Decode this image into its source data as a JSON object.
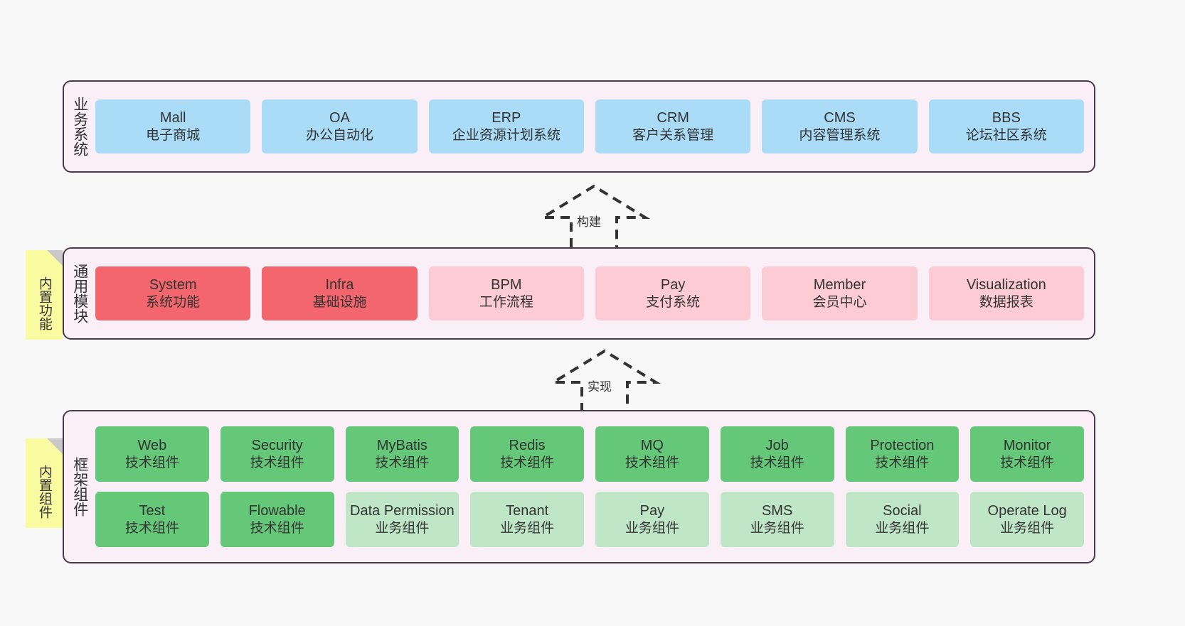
{
  "diagram": {
    "background_color": "#f8f8f8",
    "tier_fill": "#faeef7",
    "tier_border": "#4a3a4a",
    "sticky_color": "#fafaa0"
  },
  "tiers": [
    {
      "id": "business",
      "label": "业务系统",
      "cards": [
        {
          "title": "Mall",
          "subtitle": "电子商城",
          "color": "#aadcf8"
        },
        {
          "title": "OA",
          "subtitle": "办公自动化",
          "color": "#aadcf8"
        },
        {
          "title": "ERP",
          "subtitle": "企业资源计划系统",
          "color": "#aadcf8"
        },
        {
          "title": "CRM",
          "subtitle": "客户关系管理",
          "color": "#aadcf8"
        },
        {
          "title": "CMS",
          "subtitle": "内容管理系统",
          "color": "#aadcf8"
        },
        {
          "title": "BBS",
          "subtitle": "论坛社区系统",
          "color": "#aadcf8"
        }
      ]
    },
    {
      "id": "modules",
      "label": "通用模块",
      "sticky": "内置功能",
      "cards": [
        {
          "title": "System",
          "subtitle": "系统功能",
          "color": "#f4666e"
        },
        {
          "title": "Infra",
          "subtitle": "基础设施",
          "color": "#f4666e"
        },
        {
          "title": "BPM",
          "subtitle": "工作流程",
          "color": "#fccbd4"
        },
        {
          "title": "Pay",
          "subtitle": "支付系统",
          "color": "#fccbd4"
        },
        {
          "title": "Member",
          "subtitle": "会员中心",
          "color": "#fccbd4"
        },
        {
          "title": "Visualization",
          "subtitle": "数据报表",
          "color": "#fccbd4"
        }
      ]
    },
    {
      "id": "framework",
      "label": "框架组件",
      "sticky": "内置组件",
      "row1": [
        {
          "title": "Web",
          "subtitle": "技术组件",
          "color": "#64c878"
        },
        {
          "title": "Security",
          "subtitle": "技术组件",
          "color": "#64c878"
        },
        {
          "title": "MyBatis",
          "subtitle": "技术组件",
          "color": "#64c878"
        },
        {
          "title": "Redis",
          "subtitle": "技术组件",
          "color": "#64c878"
        },
        {
          "title": "MQ",
          "subtitle": "技术组件",
          "color": "#64c878"
        },
        {
          "title": "Job",
          "subtitle": "技术组件",
          "color": "#64c878"
        },
        {
          "title": "Protection",
          "subtitle": "技术组件",
          "color": "#64c878"
        },
        {
          "title": "Monitor",
          "subtitle": "技术组件",
          "color": "#64c878"
        }
      ],
      "row2": [
        {
          "title": "Test",
          "subtitle": "技术组件",
          "color": "#64c878"
        },
        {
          "title": "Flowable",
          "subtitle": "技术组件",
          "color": "#64c878"
        },
        {
          "title": "Data Permission",
          "subtitle": "业务组件",
          "color": "#bfe6c6"
        },
        {
          "title": "Tenant",
          "subtitle": "业务组件",
          "color": "#bfe6c6"
        },
        {
          "title": "Pay",
          "subtitle": "业务组件",
          "color": "#bfe6c6"
        },
        {
          "title": "SMS",
          "subtitle": "业务组件",
          "color": "#bfe6c6"
        },
        {
          "title": "Social",
          "subtitle": "业务组件",
          "color": "#bfe6c6"
        },
        {
          "title": "Operate Log",
          "subtitle": "业务组件",
          "color": "#bfe6c6"
        }
      ]
    }
  ],
  "arrows": [
    {
      "id": "build",
      "label": "构建"
    },
    {
      "id": "impl",
      "label": "实现"
    }
  ]
}
